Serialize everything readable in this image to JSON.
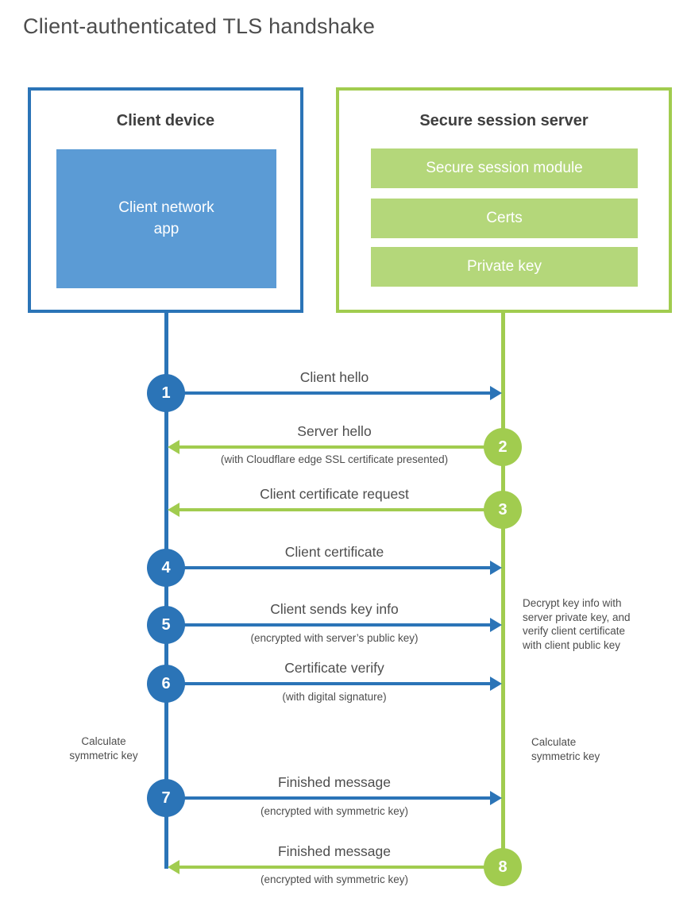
{
  "title": "Client-authenticated TLS handshake",
  "colors": {
    "client_accent": "#2b74b7",
    "client_fill": "#5b9bd5",
    "server_accent": "#a1cc4f",
    "server_fill": "#b4d77a",
    "heading_text": "#3f3f3f",
    "label_text": "#4d4d4d"
  },
  "client_box": {
    "title": "Client device",
    "app": {
      "lines": [
        "Client network",
        "app"
      ]
    }
  },
  "server_box": {
    "title": "Secure session server",
    "modules": [
      "Secure session module",
      "Certs",
      "Private key"
    ]
  },
  "steps": [
    {
      "num": "1",
      "from": "client",
      "direction": "right",
      "label": "Client hello",
      "sublabel": ""
    },
    {
      "num": "2",
      "from": "server",
      "direction": "left",
      "label": "Server hello",
      "sublabel": "(with Cloudflare edge SSL certificate presented)"
    },
    {
      "num": "3",
      "from": "server",
      "direction": "left",
      "label": "Client certificate request",
      "sublabel": ""
    },
    {
      "num": "4",
      "from": "client",
      "direction": "right",
      "label": "Client certificate",
      "sublabel": ""
    },
    {
      "num": "5",
      "from": "client",
      "direction": "right",
      "label": "Client sends key info",
      "sublabel": "(encrypted with server’s public key)"
    },
    {
      "num": "6",
      "from": "client",
      "direction": "right",
      "label": "Certificate verify",
      "sublabel": "(with digital signature)"
    },
    {
      "num": "7",
      "from": "client",
      "direction": "right",
      "label": "Finished message",
      "sublabel": "(encrypted with symmetric key)"
    },
    {
      "num": "8",
      "from": "server",
      "direction": "left",
      "label": "Finished message",
      "sublabel": "(encrypted with symmetric key)"
    }
  ],
  "side_notes": {
    "client_calculate": {
      "lines": [
        "Calculate",
        "symmetric key"
      ]
    },
    "server_decrypt": {
      "lines": [
        "Decrypt key info with",
        "server private key, and",
        "verify client certificate",
        "with client public key"
      ]
    },
    "server_calculate": {
      "lines": [
        "Calculate",
        "symmetric key"
      ]
    }
  }
}
